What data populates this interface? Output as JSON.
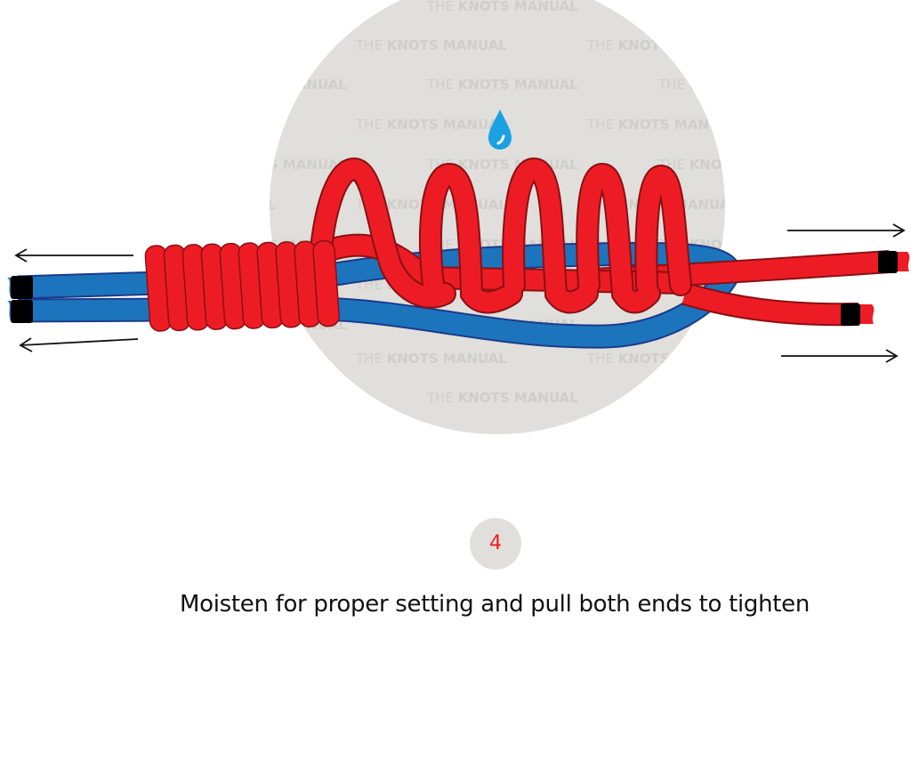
{
  "illustration": {
    "title": "Knot tying step 4 illustration",
    "watermark_text": "THE KNOTS MANUAL",
    "watermark_prefix": "THE",
    "watermark_brand": "KNOTS MANUAL",
    "icons": {
      "water_drop": "water-drop-icon",
      "pull_arrows": [
        "arrow-left-icon",
        "arrow-left-icon",
        "arrow-right-icon",
        "arrow-right-icon"
      ]
    },
    "colors": {
      "background_circle": "#e0dfdb",
      "red_rope": "#ed1c24",
      "red_rope_outline": "#8a1014",
      "blue_rope": "#1c75bc",
      "blue_rope_outline": "#1b3a8c",
      "rope_cap": "#000000",
      "water_drop": "#1ba1e2",
      "arrow": "#111111"
    },
    "wrap_count": 10,
    "loop_count": 5
  },
  "step": {
    "number": "4",
    "instruction": "Moisten for proper setting and pull both ends to tighten"
  }
}
